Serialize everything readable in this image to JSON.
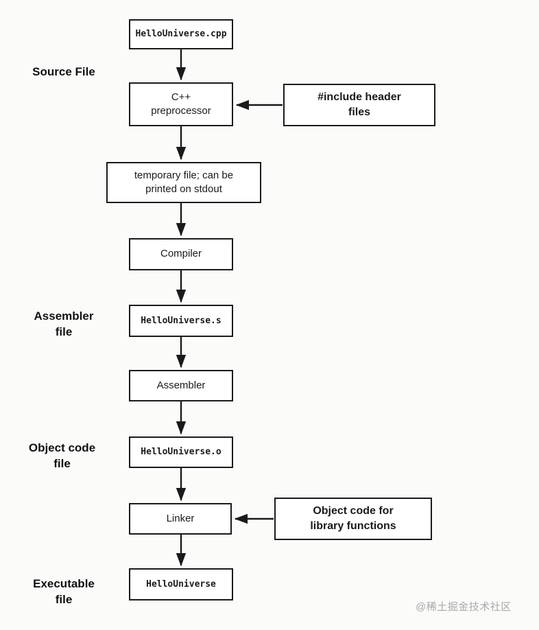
{
  "boxes": {
    "cpp_file": "HelloUniverse.cpp",
    "preprocessor": "C++\npreprocessor",
    "include_note": "#include header\nfiles",
    "temp_file": "temporary file; can be\nprinted on stdout",
    "compiler": "Compiler",
    "asm_file": "HelloUniverse.s",
    "assembler": "Assembler",
    "obj_file": "HelloUniverse.o",
    "linker": "Linker",
    "obj_note": "Object code for\nlibrary functions",
    "exe_file": "HelloUniverse"
  },
  "side_labels": {
    "source": "Source File",
    "assembler": "Assembler\nfile",
    "object": "Object code\nfile",
    "executable": "Executable\nfile"
  },
  "watermark": "@稀土掘金技术社区",
  "colors": {
    "line": "#1a1a1a",
    "box_fill": "#ffffff",
    "background": "#fbfbfa",
    "watermark_gray": "#a8a8a8"
  }
}
